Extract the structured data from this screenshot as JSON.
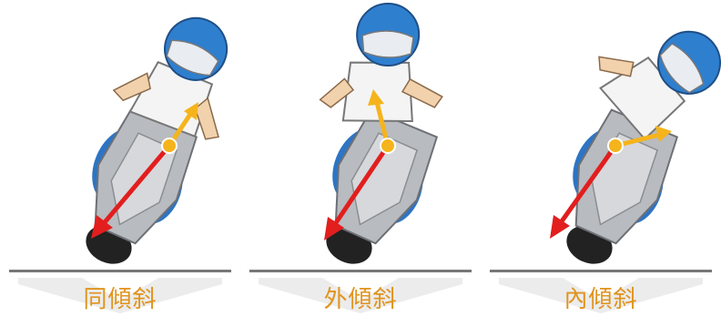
{
  "panels": [
    {
      "label": "同傾斜",
      "lean_style": "in-line"
    },
    {
      "label": "外傾斜",
      "lean_style": "lean-out"
    },
    {
      "label": "內傾斜",
      "lean_style": "lean-in"
    }
  ],
  "colors": {
    "label": "#e0941e",
    "gravity_arrow": "#e21e1e",
    "rider_arrow": "#f5b41b",
    "center_dot": "#f5b41b",
    "helmet_blue": "#2f7fcf",
    "scooter_silver": "#b9bcc0",
    "ground": "#7a7a7a",
    "shadow_chevron": "#e8e8e8"
  }
}
